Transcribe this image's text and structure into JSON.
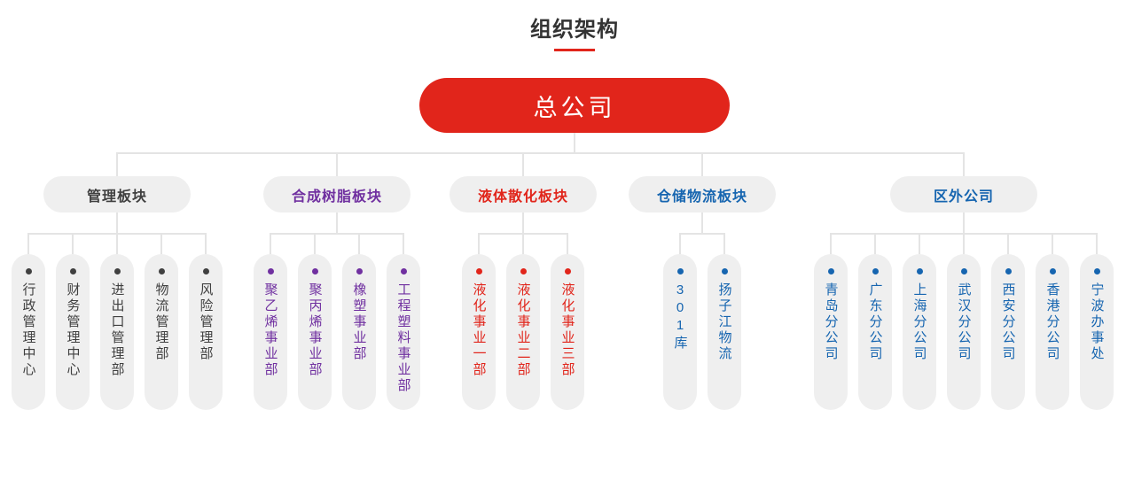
{
  "page": {
    "title": "组织架构"
  },
  "root": {
    "label": "总公司"
  },
  "groups": [
    {
      "label": "管理板块",
      "color": "#404040",
      "children": [
        "行政管理中心",
        "财务管理中心",
        "进出口管理部",
        "物流管理部",
        "风险管理部"
      ]
    },
    {
      "label": "合成树脂板块",
      "color": "#7030a0",
      "children": [
        "聚乙烯事业部",
        "聚丙烯事业部",
        "橡塑事业部",
        "工程塑料事业部"
      ]
    },
    {
      "label": "液体散化板块",
      "color": "#e1251b",
      "children": [
        "液化事业一部",
        "液化事业二部",
        "液化事业三部"
      ]
    },
    {
      "label": "仓储物流板块",
      "color": "#1665b0",
      "children": [
        "301库",
        "扬子江物流"
      ]
    },
    {
      "label": "区外公司",
      "color": "#1665b0",
      "children": [
        "青岛分公司",
        "广东分公司",
        "上海分公司",
        "武汉分公司",
        "西安分公司",
        "香港分公司",
        "宁波办事处"
      ]
    }
  ],
  "colors": {
    "accent_red": "#e1251b",
    "purple": "#7030a0",
    "blue": "#1665b0",
    "dark": "#404040",
    "pill_bg": "#efefef",
    "line": "#e4e4e4"
  }
}
